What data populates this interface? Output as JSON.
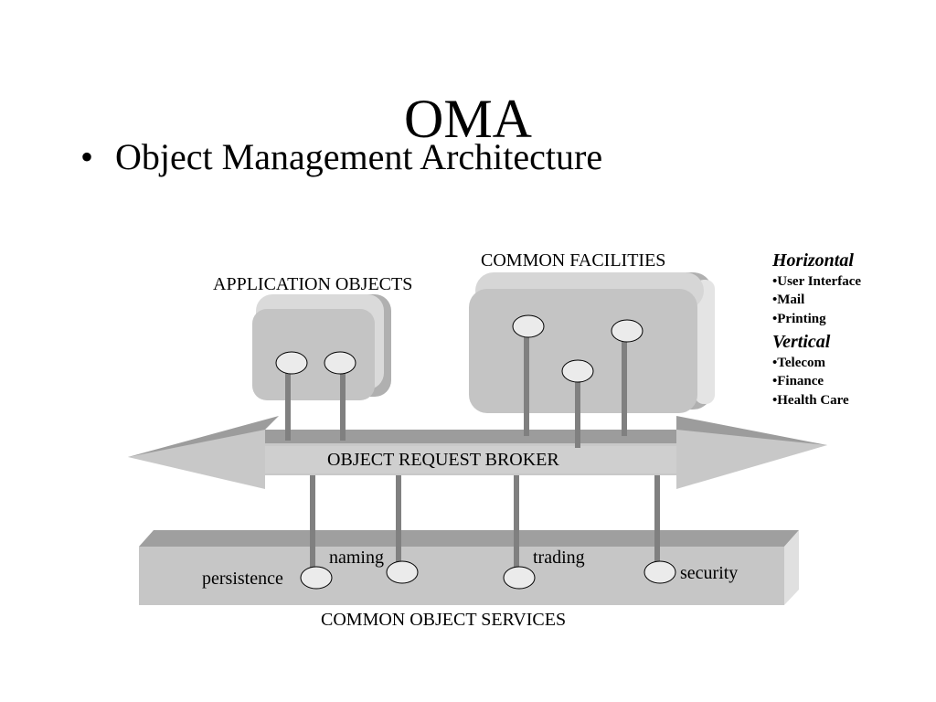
{
  "title": "OMA",
  "bullet": {
    "marker": "•",
    "text": "Object Management Architecture"
  },
  "diagram": {
    "application_objects_label": "APPLICATION OBJECTS",
    "common_facilities_label": "COMMON FACILITIES",
    "orb_label": "OBJECT REQUEST BROKER",
    "common_object_services_label": "COMMON OBJECT SERVICES",
    "services": {
      "persistence": "persistence",
      "naming": "naming",
      "trading": "trading",
      "security": "security"
    }
  },
  "facilities_legend": {
    "horizontal_heading": "Horizontal",
    "horizontal_items": [
      "•User Interface",
      "•Mail",
      "•Printing"
    ],
    "vertical_heading": "Vertical",
    "vertical_items": [
      "•Telecom",
      "•Finance",
      "•Health Care"
    ]
  },
  "colors": {
    "box_face": "#c4c4c4",
    "box_top": "#d8d8d8",
    "box_shadow": "#a8a8a8",
    "connector": "#808080",
    "oval_fill": "#ebebeb"
  }
}
